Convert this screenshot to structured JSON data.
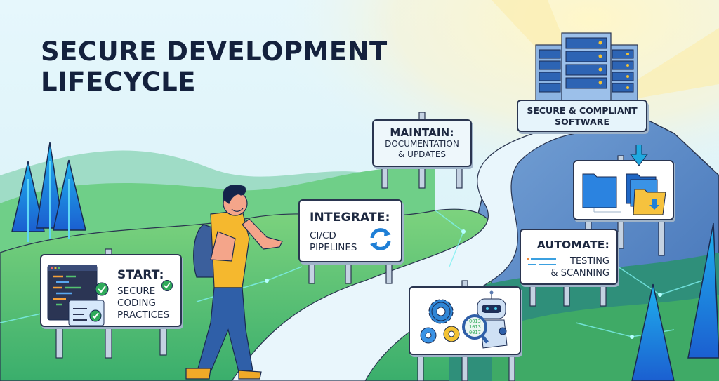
{
  "title": {
    "line1": "SECURE DEVELOPMENT",
    "line2": "LIFECYCLE"
  },
  "signs": {
    "start": {
      "heading": "START:",
      "line1": "SECURE",
      "line2": "CODING",
      "line3": "PRACTICES",
      "icon": "code-editor-checkmark-icon"
    },
    "integrate": {
      "heading": "INTEGRATE:",
      "line1": "CI/CD",
      "line2": "PIPELINES",
      "icon": "sync-arrows-icon"
    },
    "maintain": {
      "heading": "MAINTAIN:",
      "line1": "DOCUMENTATION",
      "line2": "& UPDATES"
    },
    "goal": {
      "line1": "SECURE & COMPLIANT",
      "line2": "SOFTWARE",
      "icon": "server-rack-icon"
    },
    "automate": {
      "heading": "AUTOMATE:",
      "line1": "TESTING",
      "line2": "& SCANNING"
    },
    "tools": {
      "icons": [
        "gears-icon",
        "robot-icon",
        "magnifier-binary-icon"
      ],
      "binary": [
        "0013",
        "1013",
        "0017"
      ]
    },
    "folders": {
      "icons": [
        "folder-icon",
        "folder-stack-icon",
        "download-arrow-icon"
      ]
    }
  },
  "colors": {
    "title": "#14213d",
    "sky": "#dff4fb",
    "grass": "#5cc47a",
    "grass_light": "#8fdc86",
    "mountain": "#5a86c4",
    "road": "#e8f6fc",
    "tree": "#1f7fe0",
    "shirt": "#f5b82e",
    "pants": "#2f5fa8",
    "gear_blue": "#2f86d6",
    "gear_yellow": "#f3c233",
    "folder_blue": "#2b83e0",
    "folder_yellow": "#f6c23e",
    "check_green": "#2faa5a"
  }
}
